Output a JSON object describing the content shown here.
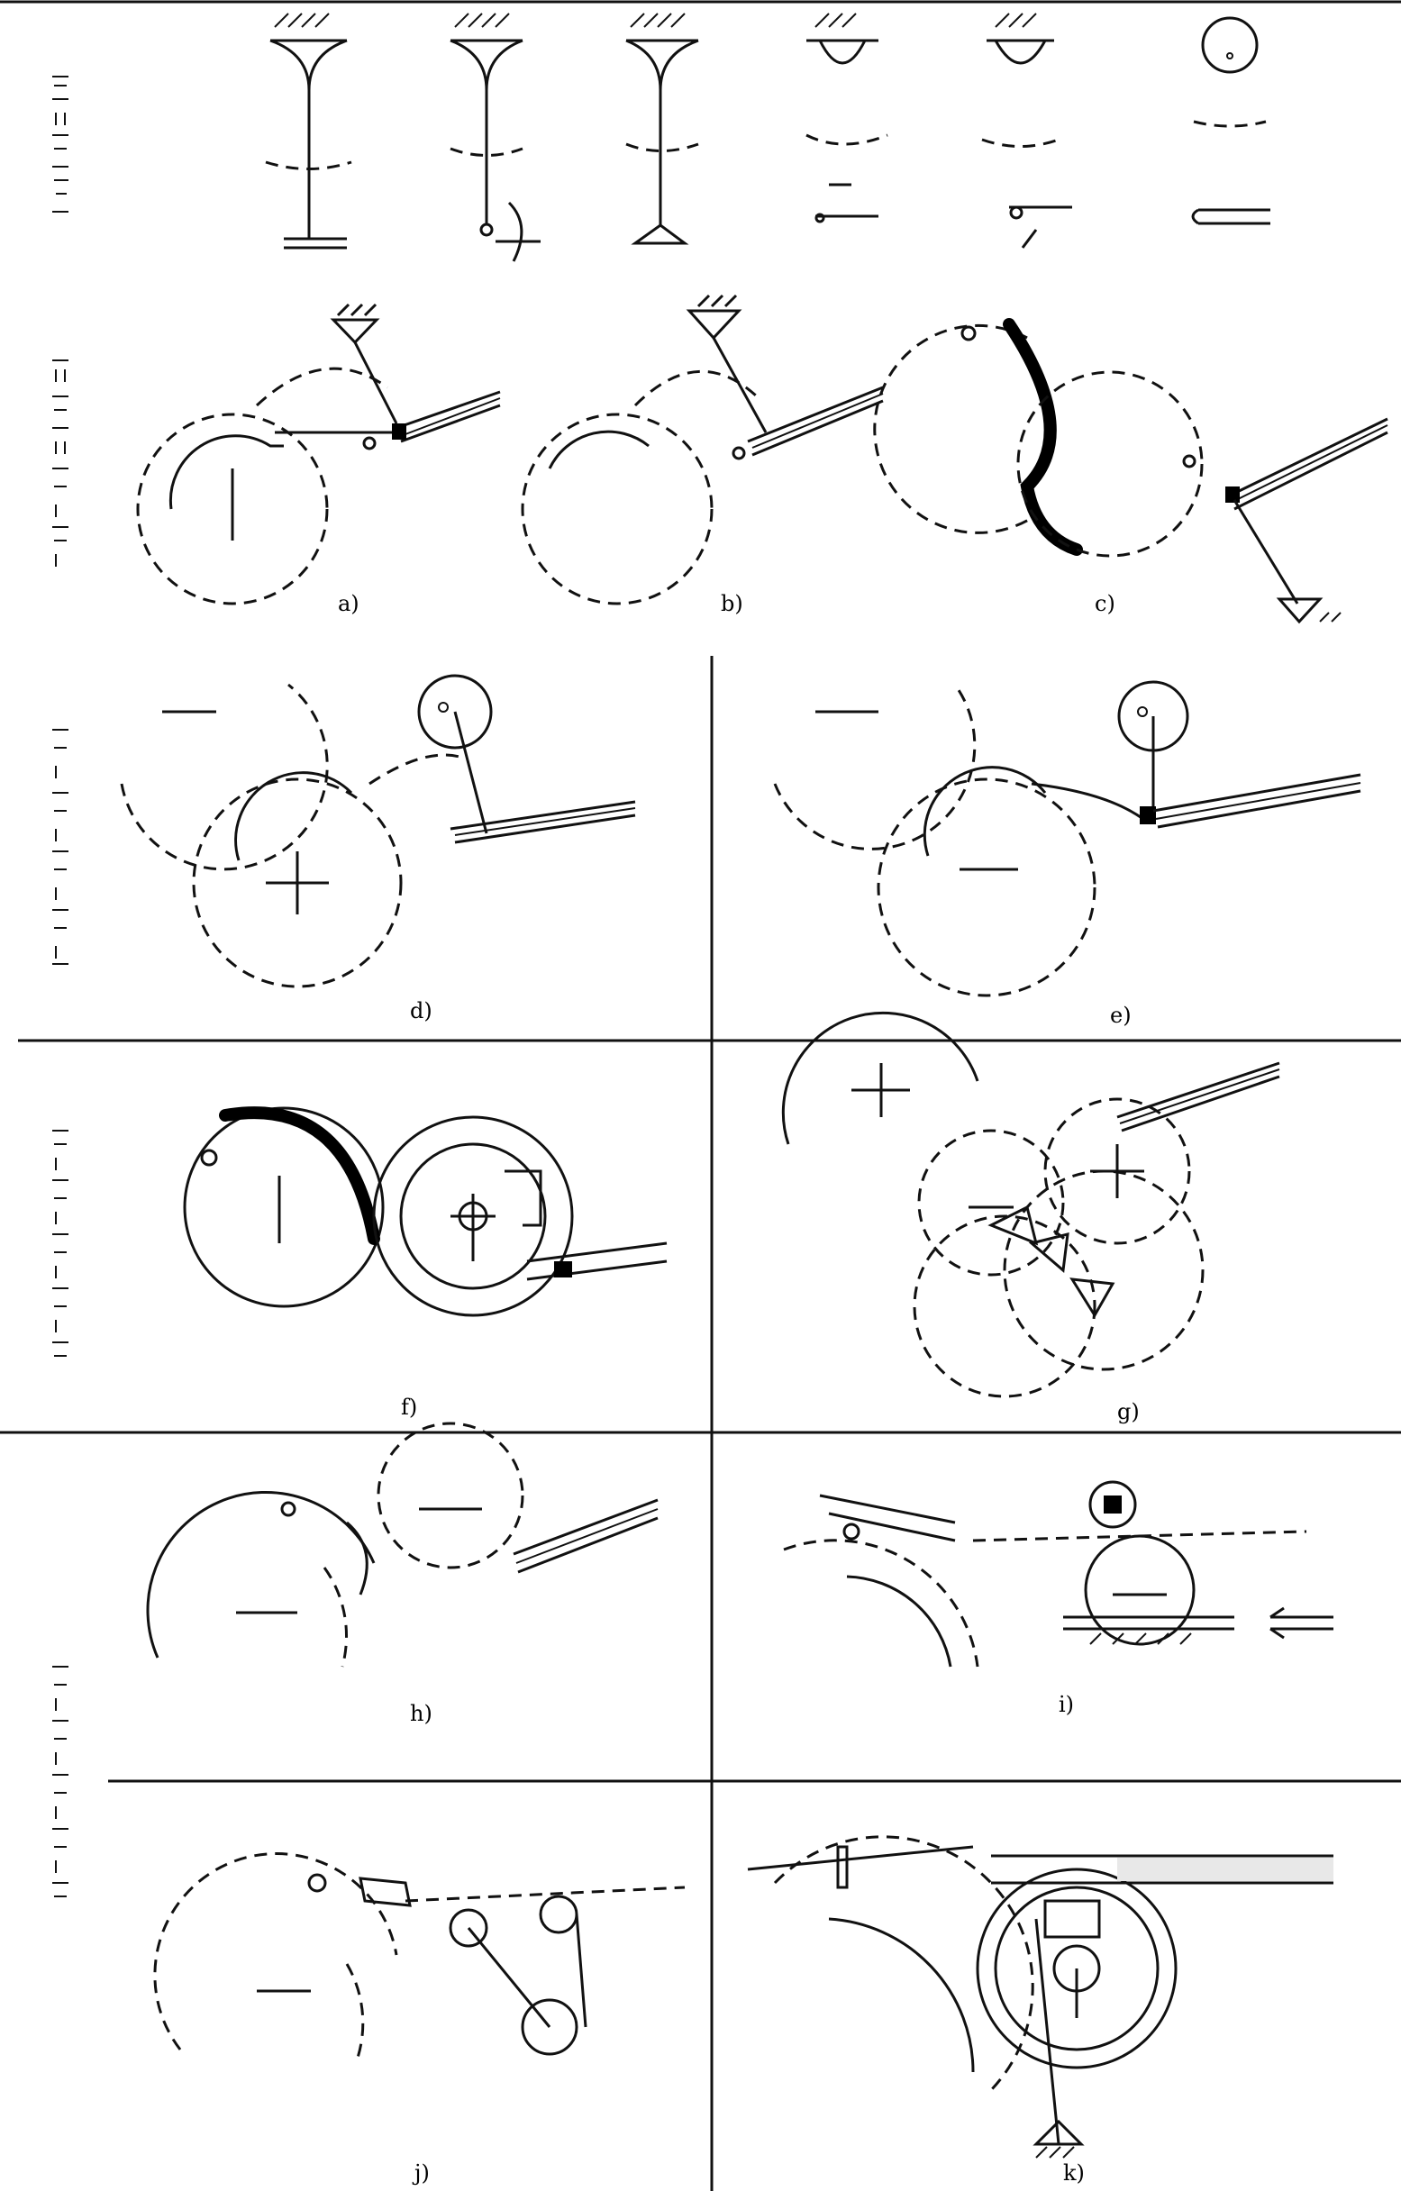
{
  "panels": {
    "a": "a)",
    "b": "b)",
    "c": "c)",
    "d": "d)",
    "e": "e)",
    "f": "f)",
    "g": "g)",
    "h": "h)",
    "i": "i)",
    "j": "j)",
    "k": "k)"
  }
}
